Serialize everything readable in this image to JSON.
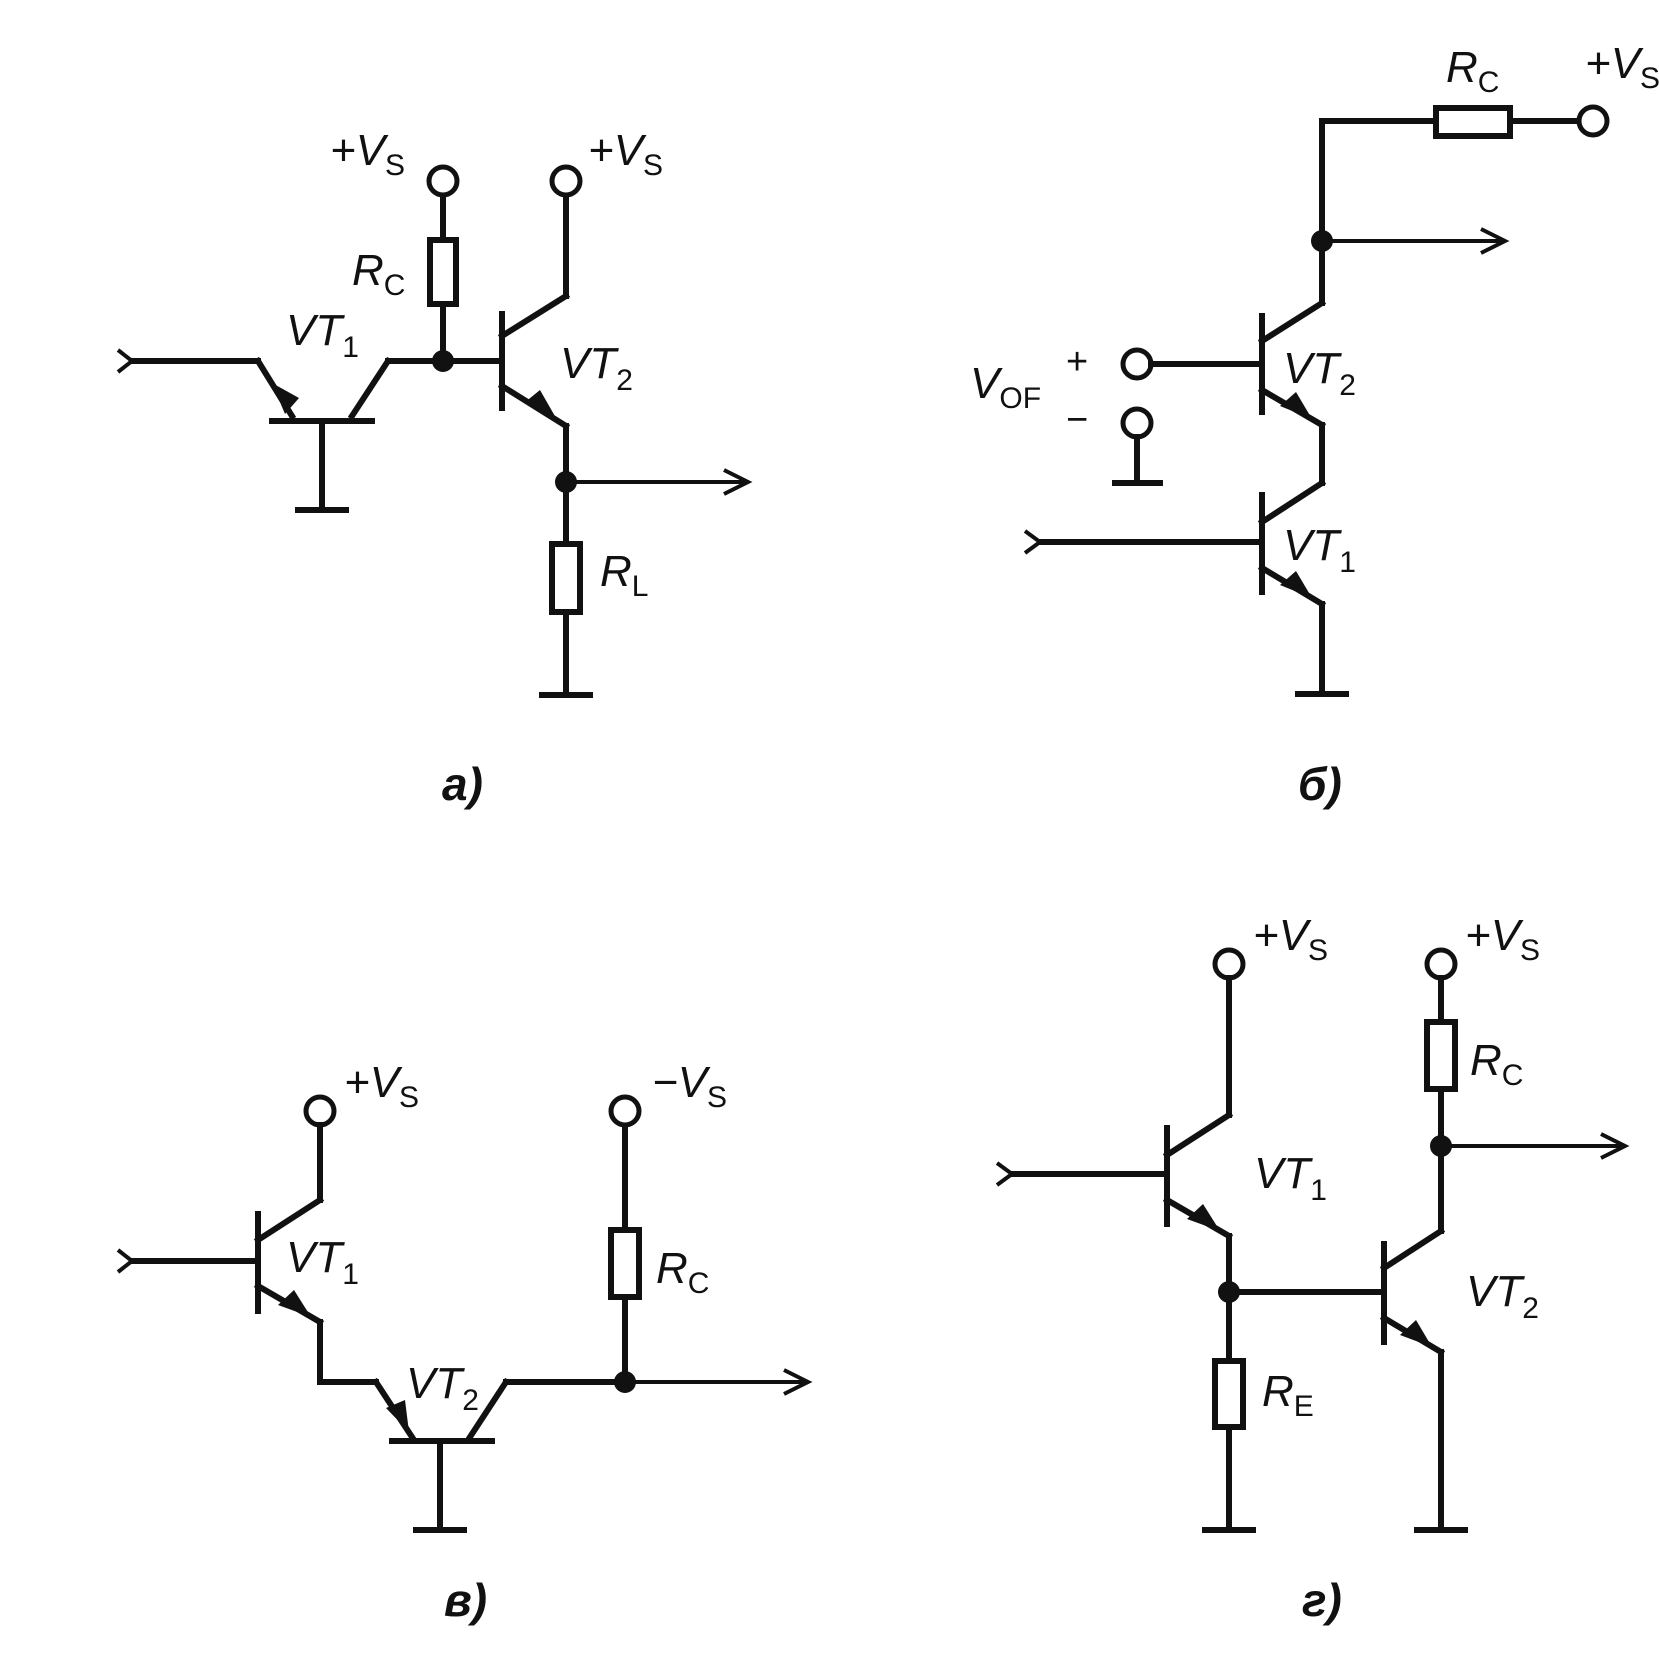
{
  "labels": {
    "vs_plus": "+V",
    "vs_minus": "−V",
    "vs_sub": "S",
    "R": "R",
    "c_sub": "C",
    "l_sub": "L",
    "e_sub": "E",
    "VT": "VT",
    "one": "1",
    "two": "2",
    "V": "V",
    "of_sub": "OF",
    "plus": "+",
    "minus": "−"
  },
  "captions": {
    "a": "a)",
    "b": "б)",
    "v": "в)",
    "g": "г)"
  }
}
